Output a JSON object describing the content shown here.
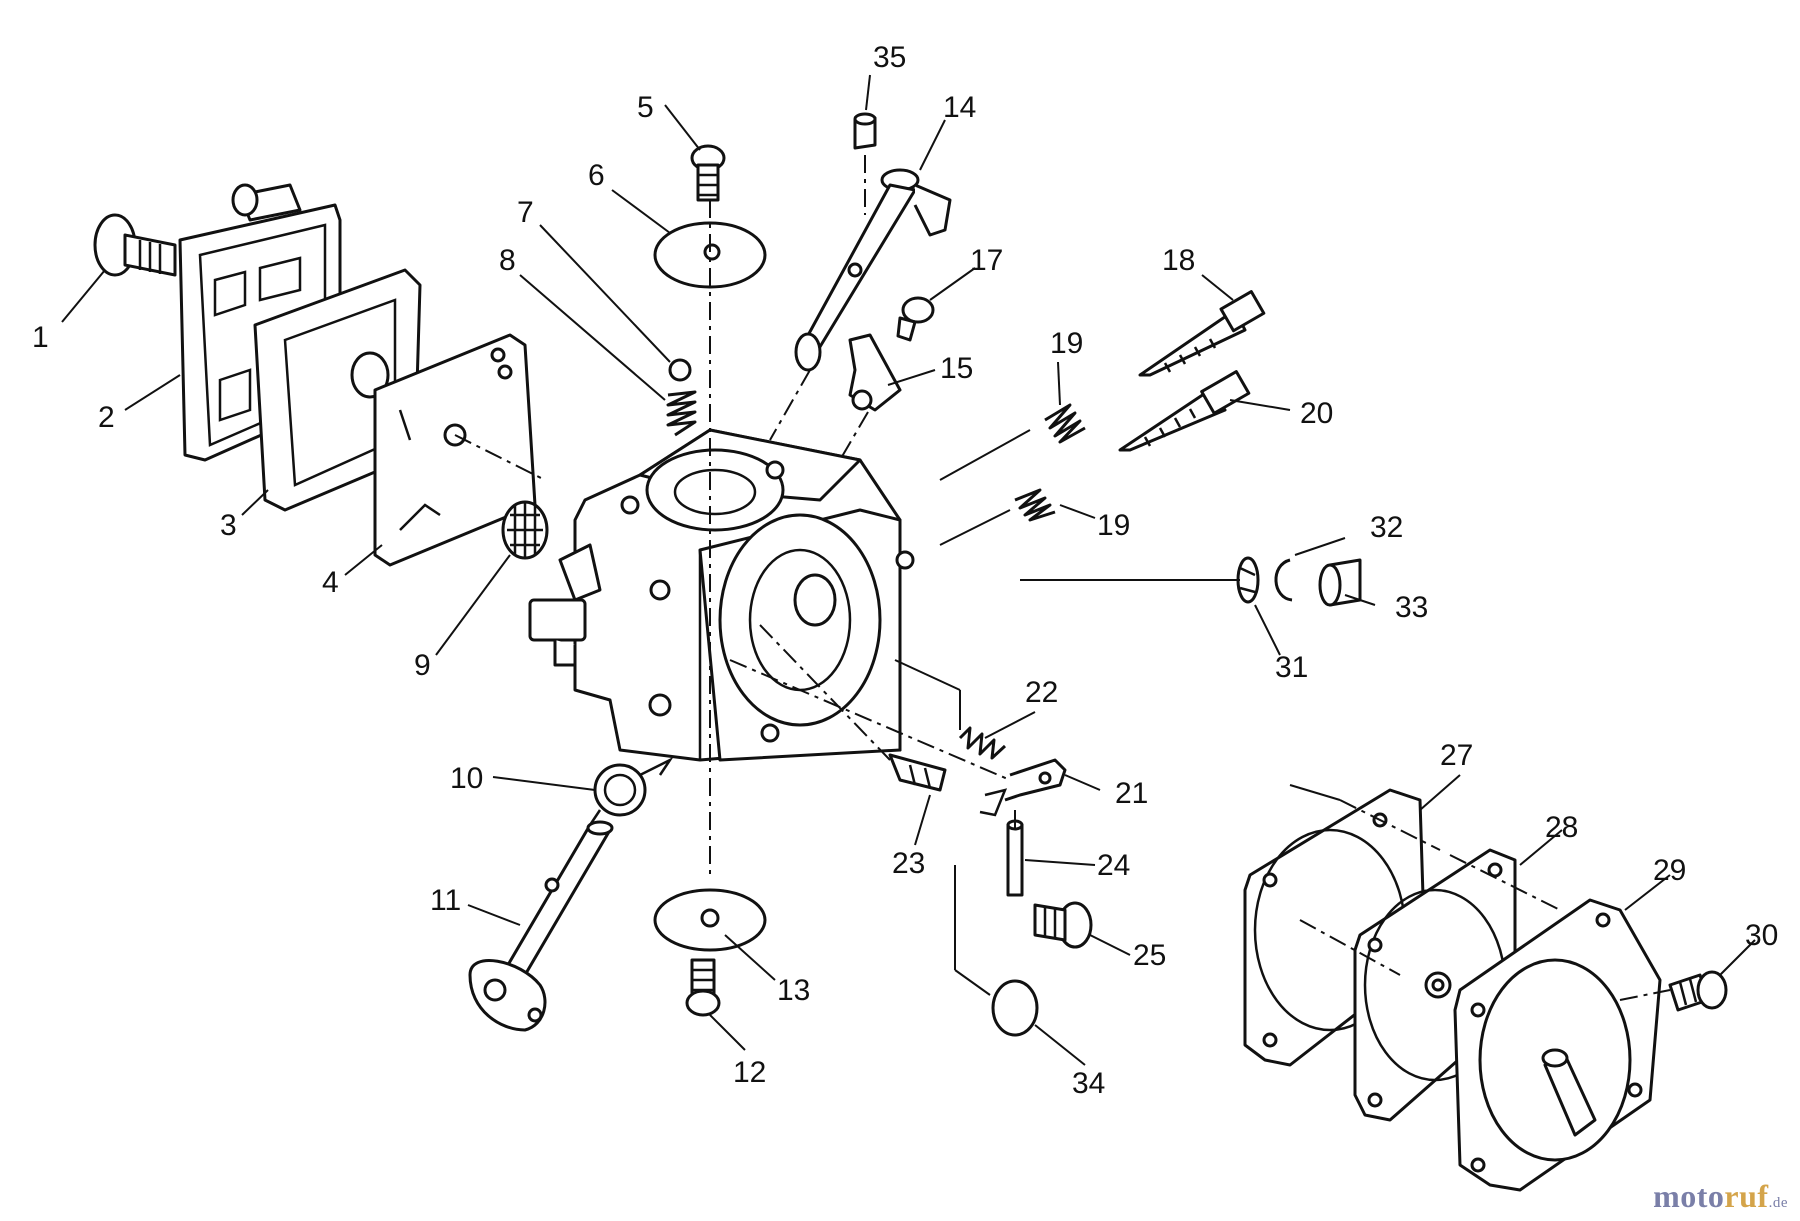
{
  "callouts": [
    "1",
    "2",
    "3",
    "4",
    "5",
    "6",
    "7",
    "8",
    "9",
    "10",
    "11",
    "12",
    "13",
    "14",
    "15",
    "17",
    "18",
    "19",
    "19",
    "20",
    "21",
    "22",
    "23",
    "24",
    "25",
    "27",
    "28",
    "29",
    "30",
    "31",
    "32",
    "33",
    "34",
    "35"
  ],
  "watermark": {
    "part1": "moto",
    "part2": "ruf",
    "suffix": ".de"
  },
  "colors": {
    "ink": "#111111",
    "watermark_blue": "#7a7fa8",
    "watermark_gold": "#d4a44a"
  }
}
